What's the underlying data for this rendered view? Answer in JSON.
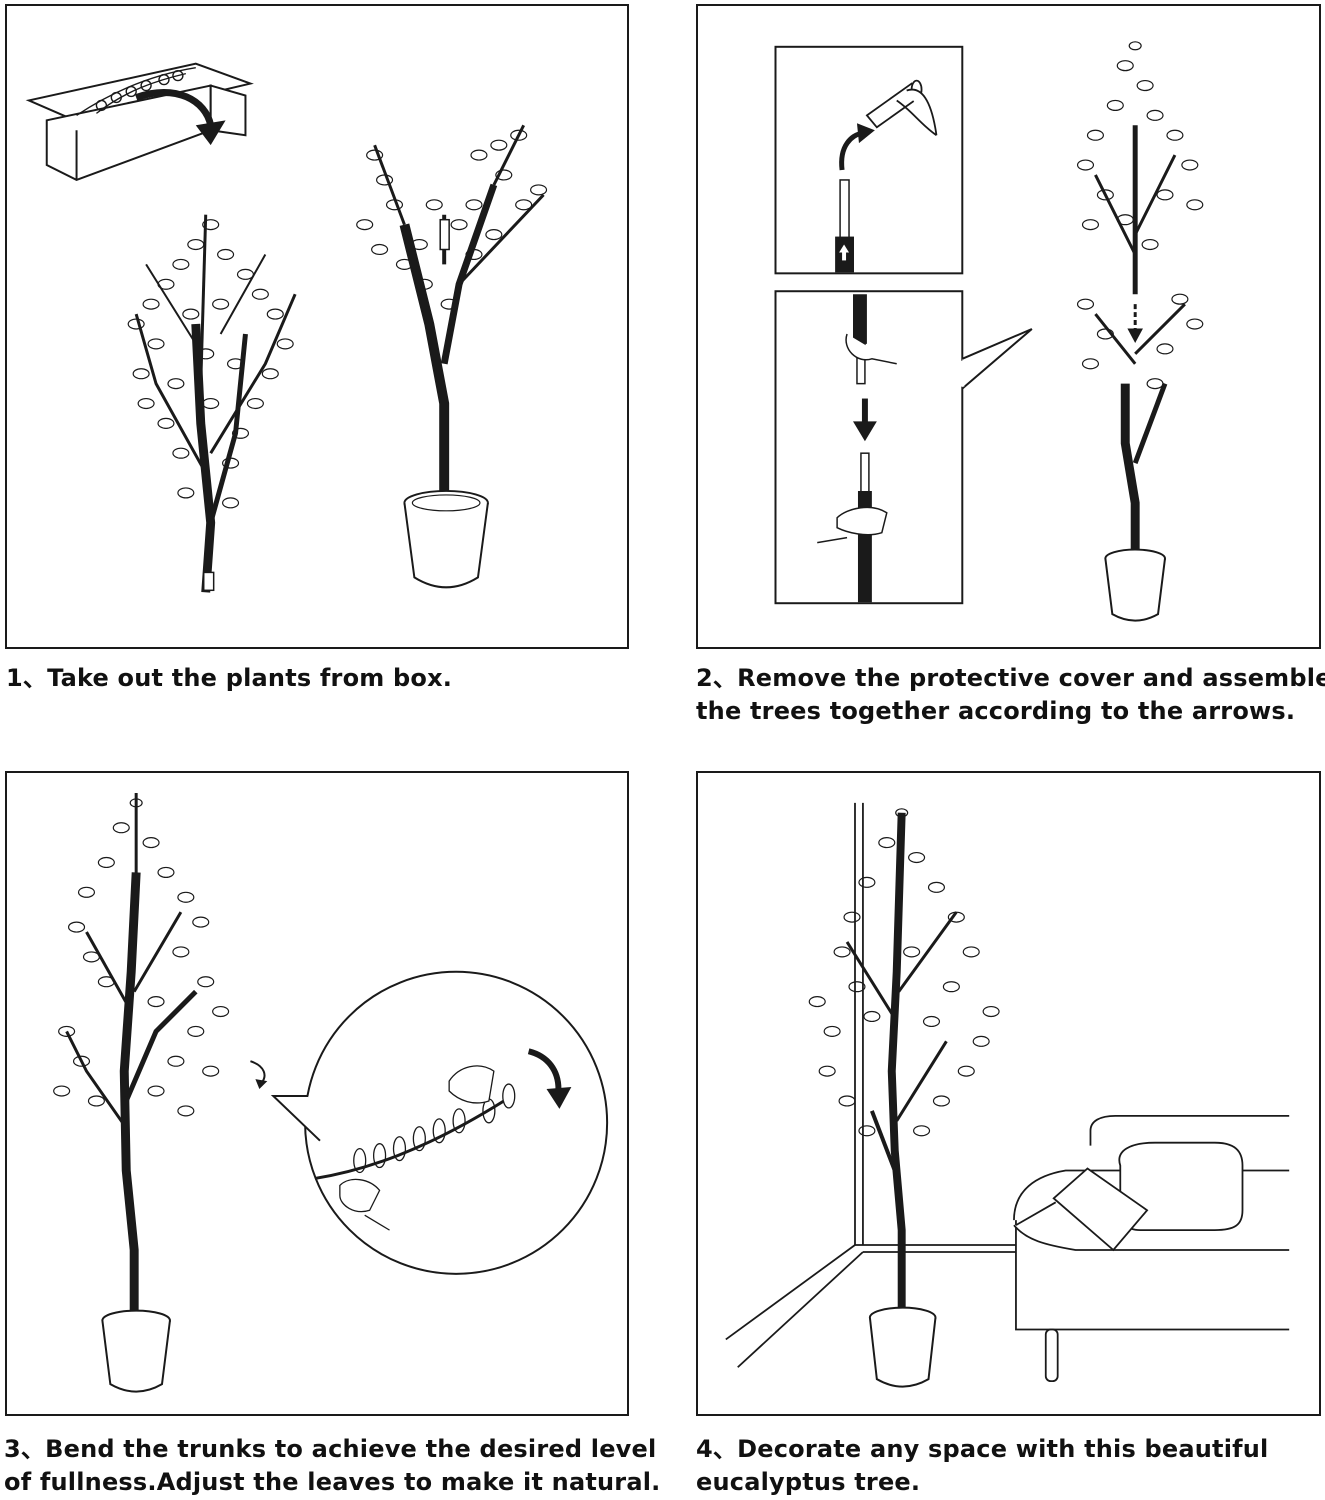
{
  "steps": [
    {
      "caption": [
        "1、Take out the plants from box."
      ]
    },
    {
      "caption": [
        "2、Remove the protective cover and assemble",
        "the trees together according to the arrows."
      ]
    },
    {
      "caption": [
        "3、Bend the trunks to achieve the desired level",
        "of fullness.Adjust the leaves to make it natural."
      ]
    },
    {
      "caption": [
        "4、Decorate any space with this beautiful",
        "eucalyptus tree."
      ]
    }
  ],
  "colors": {
    "line": "#1a1a1a",
    "paper": "#ffffff"
  }
}
